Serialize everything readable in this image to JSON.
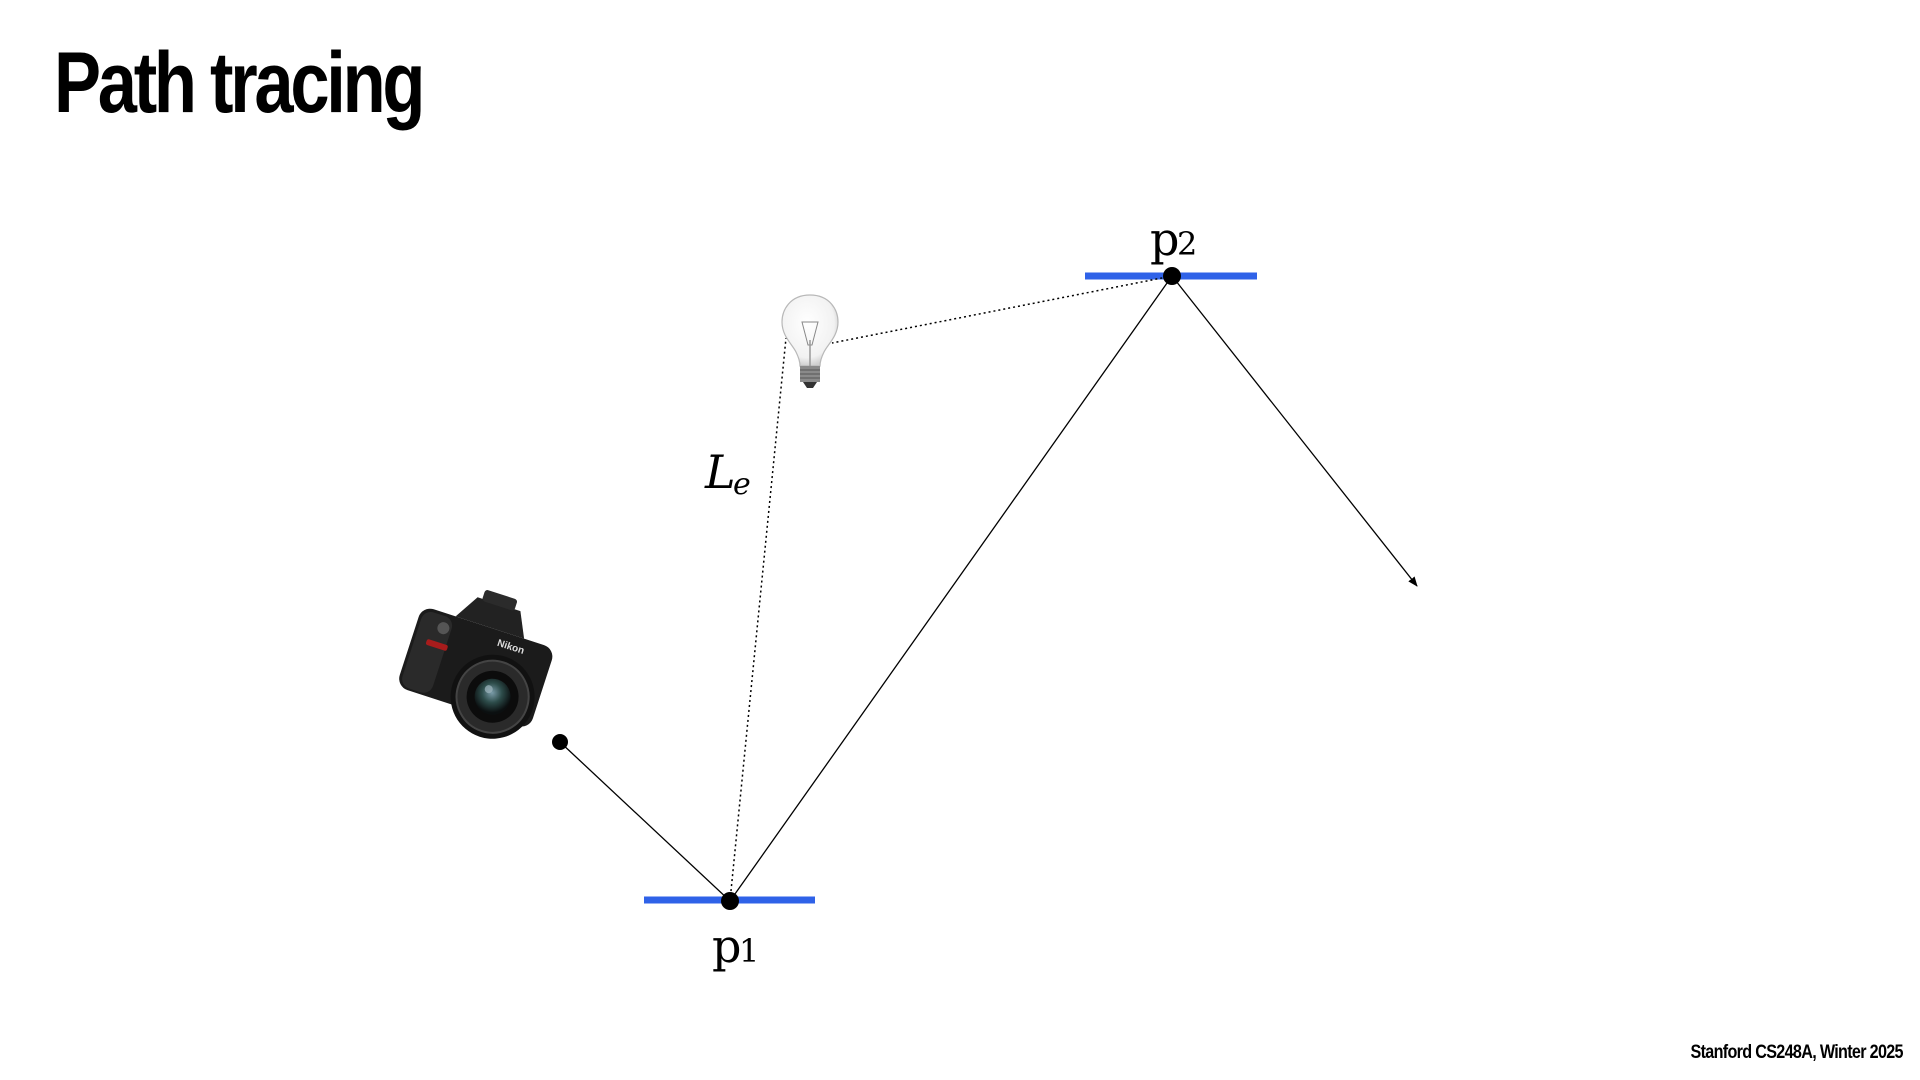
{
  "slide": {
    "title": "Path tracing",
    "footer": "Stanford CS248A, Winter 2025"
  },
  "diagram": {
    "points": [
      {
        "id": "p1",
        "label": "p",
        "subscript": "1"
      },
      {
        "id": "p2",
        "label": "p",
        "subscript": "2"
      }
    ],
    "emitted_radiance_label": {
      "main": "L",
      "subscript": "e"
    },
    "icons": [
      "camera-icon",
      "light-bulb-icon"
    ],
    "colors": {
      "surface": "#2f62e8",
      "ray": "#000000",
      "vertex": "#000000"
    }
  }
}
